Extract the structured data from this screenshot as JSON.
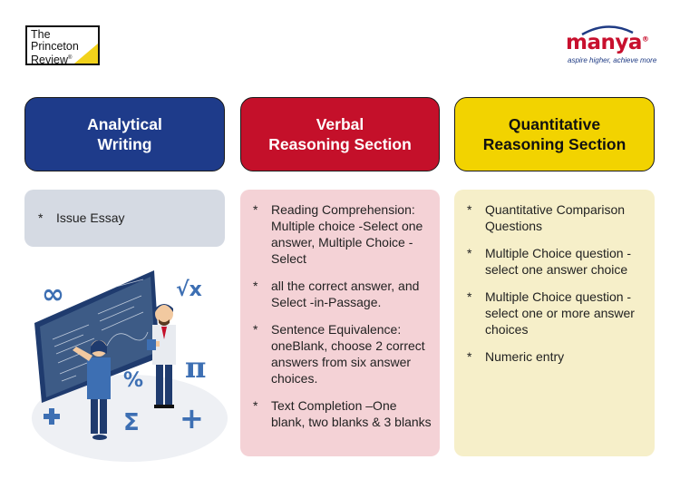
{
  "logos": {
    "princeton_review": {
      "line1": "The",
      "line2": "Princeton",
      "line3": "Review",
      "reg": "®"
    },
    "manya": {
      "name": "manya",
      "reg": "®",
      "tagline": "aspire higher, achieve more"
    }
  },
  "sections": [
    {
      "title_line1": "Analytical",
      "title_line2": "Writing",
      "items": [
        "Issue Essay"
      ]
    },
    {
      "title_line1": "Verbal",
      "title_line2": "Reasoning Section",
      "items": [
        "Reading Comprehension: Multiple choice -Select one answer, Multiple Choice -Select",
        "all the correct answer, and Select -in-Passage.",
        "Sentence Equivalence: oneBlank, choose 2 correct answers from six answer choices.",
        "Text Completion –One blank, two blanks & 3 blanks"
      ]
    },
    {
      "title_line1": "Quantitative",
      "title_line2": "Reasoning Section",
      "items": [
        "Quantitative Comparison Questions",
        "Multiple Choice question - select one answer choice",
        "Multiple Choice question -  select one or more answer choices",
        "Numeric entry"
      ]
    }
  ],
  "bullet": "*",
  "illustration": {
    "math_symbols": [
      "∞",
      "√x",
      "%",
      "π",
      "Σ",
      "+"
    ],
    "colors": {
      "navy": "#1f3b6e",
      "blue": "#3d6fb3",
      "light": "#e8ebf0"
    }
  },
  "colors": {
    "analytical": "#1e3b8a",
    "verbal": "#c4102a",
    "quant": "#f2d300"
  }
}
